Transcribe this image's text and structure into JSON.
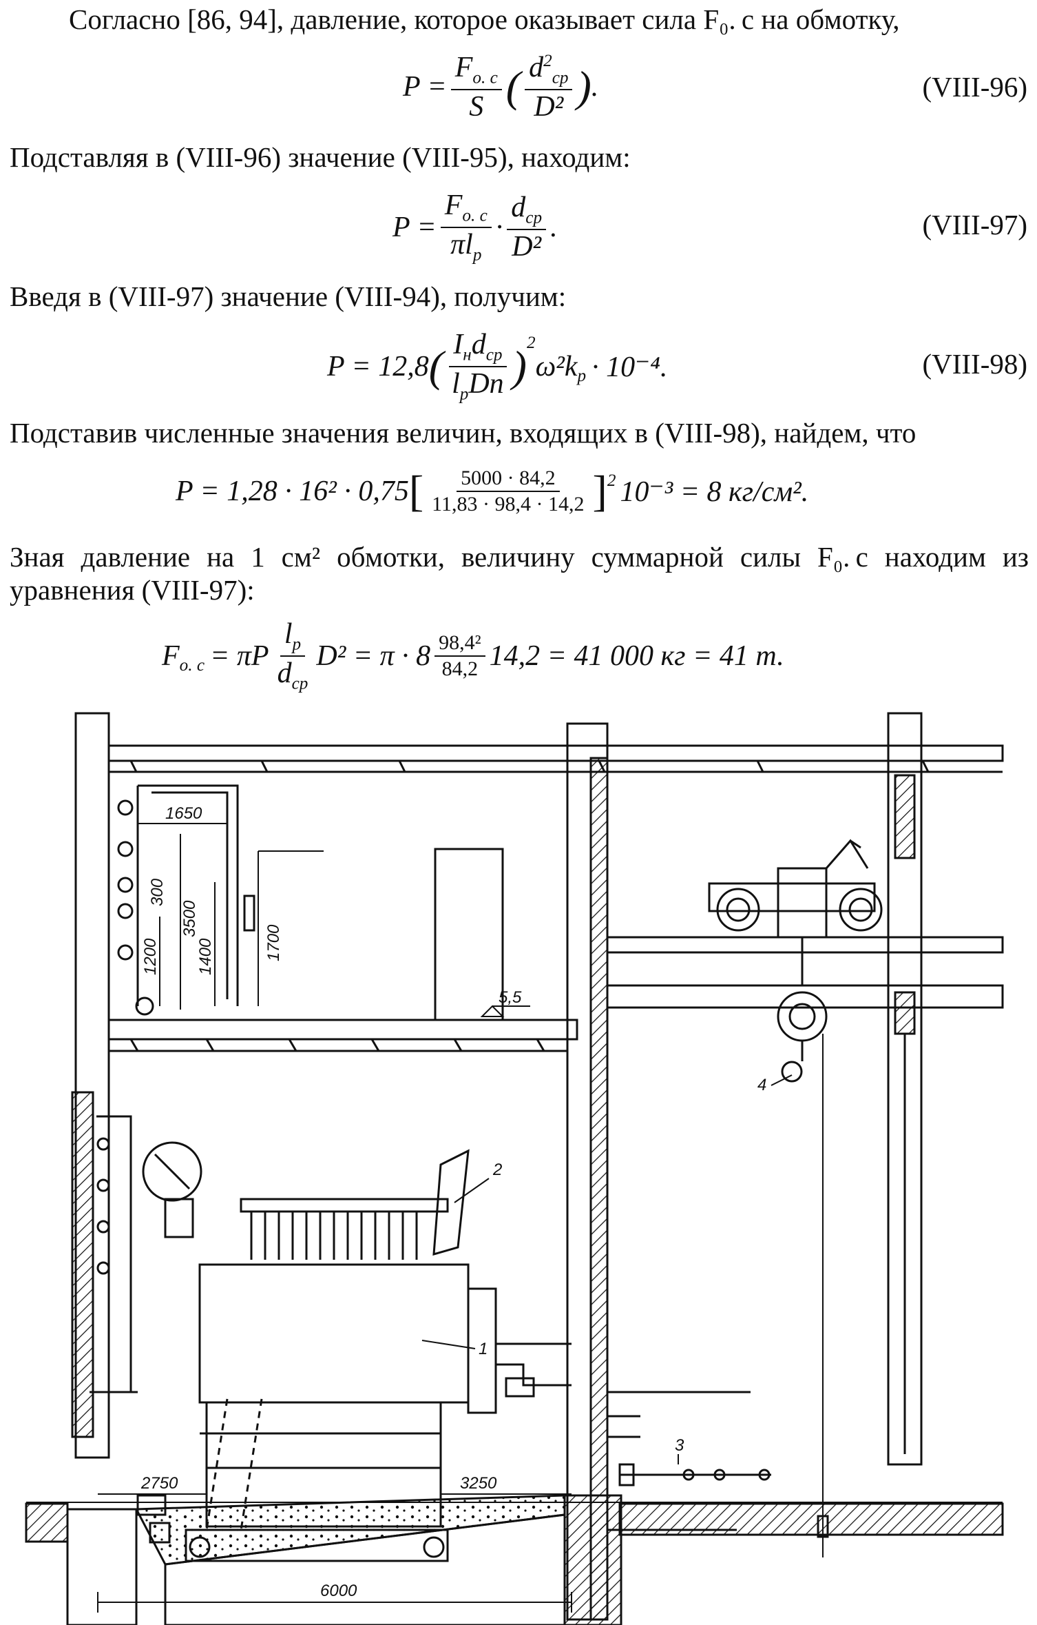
{
  "text": {
    "p1": "Согласно [86, 94], давление, которое оказывает сила F₀. c на обмотку,",
    "p2": "Подставляя в (VIII-96) значение (VIII-95), находим:",
    "p3": "Введя в (VIII-97) значение (VIII-94), получим:",
    "p4": "Подставив численные значения величин, входящих в (VIII-98), найдем, что",
    "p5": "Зная давление на 1 см² обмотки, величину суммарной силы F₀. c находим из уравнения (VIII-97):"
  },
  "equations": {
    "e96": {
      "lhs": "P =",
      "num": "F",
      "num_sub": "o. c",
      "den": "S",
      "inner_num": "d",
      "inner_num_sup": "2",
      "inner_num_sub": "ср",
      "inner_den": "D²",
      "tail": ".",
      "number": "(VIII-96)"
    },
    "e97": {
      "lhs": "P =",
      "num": "F",
      "num_sub": "o. c",
      "den": "πl",
      "den_sub": "р",
      "dot": "·",
      "num2": "d",
      "num2_sub": "ср",
      "den2": "D²",
      "tail": ".",
      "number": "(VIII-97)"
    },
    "e98": {
      "lhs": "P = 12,8",
      "num": "I",
      "num_sub": "н",
      "num_b": "d",
      "num_b_sub": "ср",
      "den": "l",
      "den_sub": "р",
      "den_b": "Dn",
      "sq": "2",
      "rest": "ω²k",
      "rest_sub": "р",
      "rest2": "· 10⁻⁴.",
      "number": "(VIII-98)"
    },
    "e_calc": {
      "lhs": "P = 1,28 · 16² · 0,75",
      "num": "5000 · 84,2",
      "den": "11,83 · 98,4 · 14,2",
      "sq": "2",
      "rest": "10⁻³ = 8 кг/см²."
    },
    "e_force": {
      "lhs": "F",
      "lhs_sub": "o. c",
      "eq": "= πP",
      "num": "l",
      "num_sub": "р",
      "den": "d",
      "den_sub": "ср",
      "mid": "D² = π · 8",
      "num2": "98,4²",
      "den2": "84,2",
      "rest": "14,2 = 41 000 кг = 41 т."
    }
  },
  "drawing": {
    "dims": {
      "d1650": "1650",
      "d3500": "3500",
      "d300": "300",
      "d1200": "1200",
      "d1400": "1400",
      "d1700": "1700",
      "d55": "5,5",
      "d2750": "2750",
      "d3250": "3250",
      "d6000": "6000"
    },
    "callouts": {
      "c1": "1",
      "c2": "2",
      "c3": "3",
      "c4": "4"
    }
  }
}
